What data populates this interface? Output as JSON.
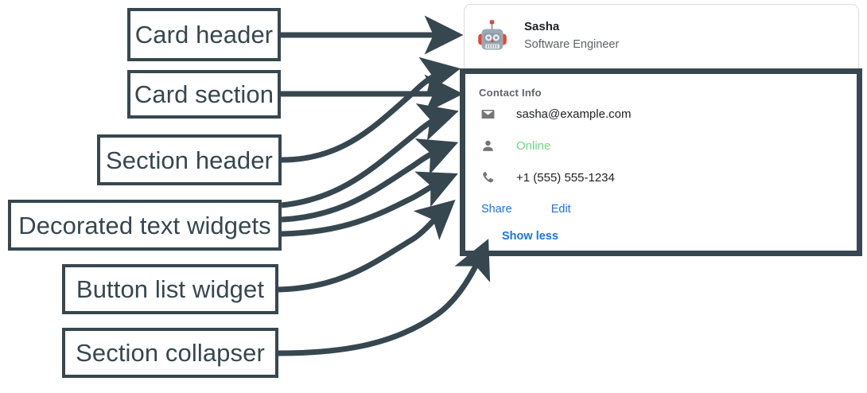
{
  "annotations": {
    "card_header": "Card header",
    "card_section": "Card section",
    "section_header": "Section header",
    "decorated_text": "Decorated text widgets",
    "button_list": "Button list widget",
    "section_collapser": "Section collapser"
  },
  "card": {
    "header": {
      "avatar_icon": "robot-avatar-icon",
      "title": "Sasha",
      "subtitle": "Software Engineer"
    },
    "section": {
      "header": "Contact Info",
      "rows": [
        {
          "icon": "envelope-icon",
          "text": "sasha@example.com",
          "color": "#202124"
        },
        {
          "icon": "person-icon",
          "text": "Online",
          "color": "#69db7c"
        },
        {
          "icon": "phone-icon",
          "text": "+1 (555) 555-1234",
          "color": "#202124"
        }
      ],
      "buttons": [
        {
          "label": "Share"
        },
        {
          "label": "Edit"
        }
      ],
      "collapser": {
        "label": "Show less"
      }
    }
  },
  "colors": {
    "annotation": "#37474f",
    "link": "#1a73e8",
    "muted": "#5f6368",
    "online_green": "#69db7c",
    "card_border": "#dcdcdc"
  }
}
